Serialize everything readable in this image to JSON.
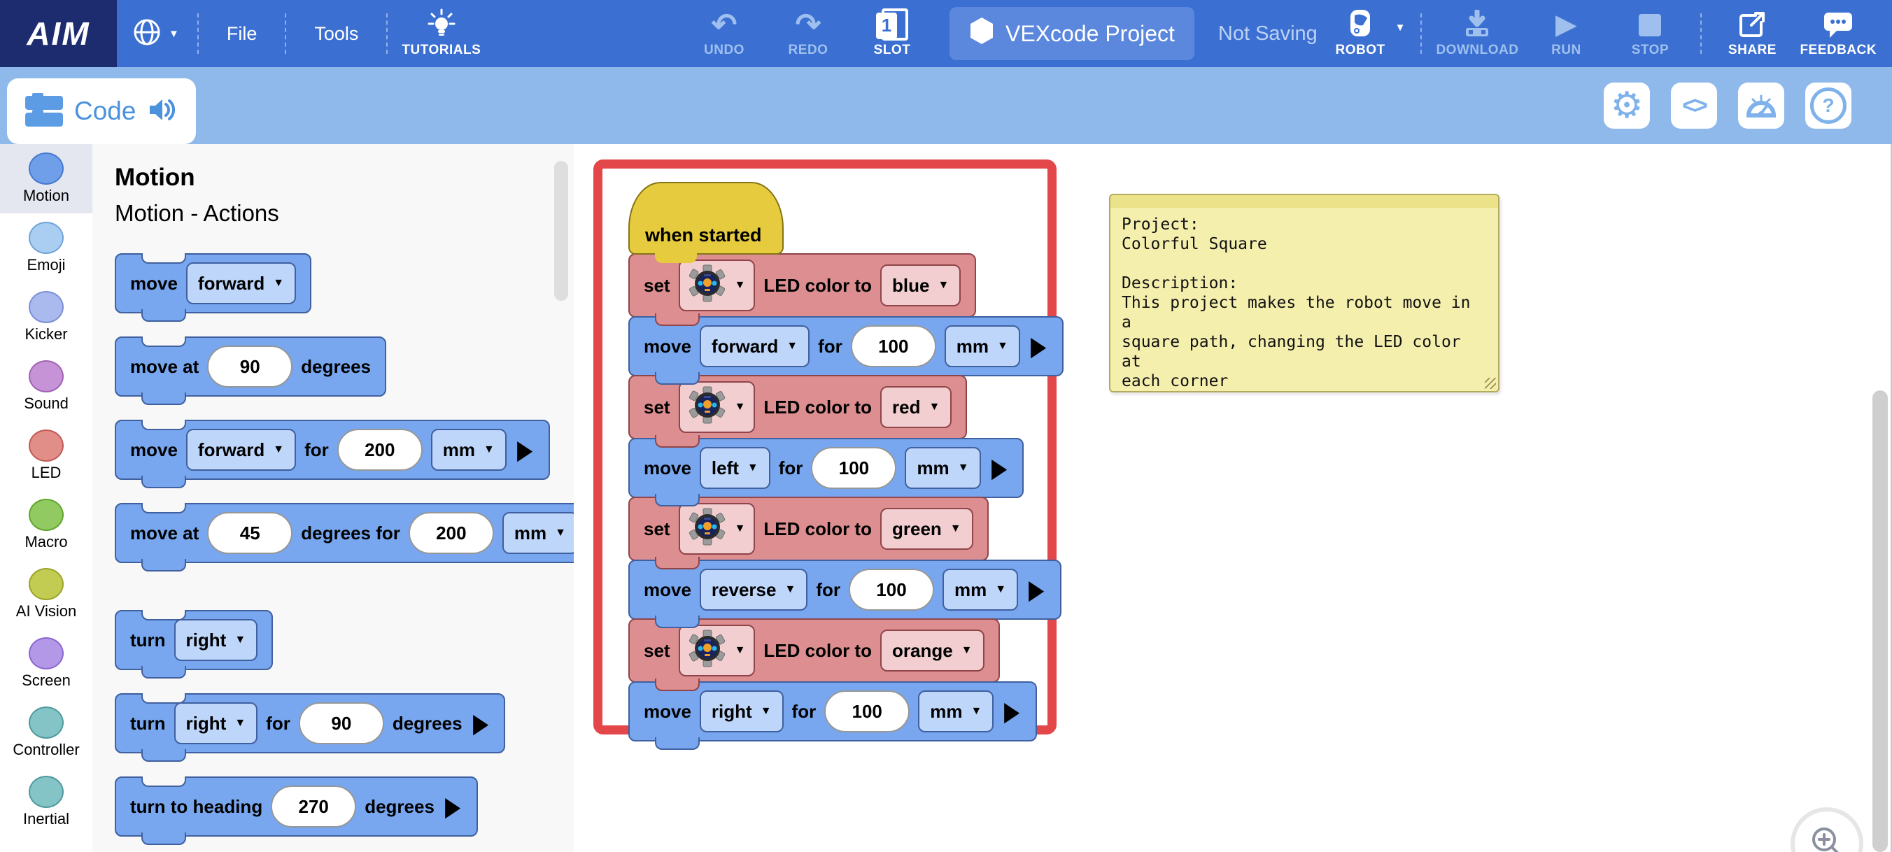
{
  "topbar": {
    "logo": "AIM",
    "file_label": "File",
    "tools_label": "Tools",
    "tutorials_label": "TUTORIALS",
    "undo_label": "UNDO",
    "redo_label": "REDO",
    "slot_label": "SLOT",
    "slot_number": "1",
    "project_name": "VEXcode Project",
    "save_status": "Not Saving",
    "robot_label": "ROBOT",
    "download_label": "DOWNLOAD",
    "run_label": "RUN",
    "stop_label": "STOP",
    "share_label": "SHARE",
    "feedback_label": "FEEDBACK"
  },
  "toolbar": {
    "tab_label": "Code"
  },
  "colors": {
    "topbar_blue": "#3b70d2",
    "logo_navy": "#1c2c6e",
    "subbar_blue": "#8eb9ea",
    "disabled_text": "#9fc0ee",
    "highlight_frame_red": "#e4474a",
    "hat_yellow": "#e5cb3d"
  },
  "block_colors": {
    "move": {
      "f": "#78a7ef",
      "b": "#40609f",
      "fd": "#bed6fa"
    },
    "set": {
      "f": "#dc8e90",
      "b": "#8f4549",
      "fd": "#f2ced0"
    }
  },
  "sidebar": {
    "items": [
      {
        "label": "Motion",
        "fill": "#6f9fe9",
        "border": "#4679cf",
        "selected": true
      },
      {
        "label": "Emoji",
        "fill": "#a9cef2",
        "border": "#70a3d8",
        "selected": false
      },
      {
        "label": "Kicker",
        "fill": "#aab9ee",
        "border": "#7c8fd6",
        "selected": false
      },
      {
        "label": "Sound",
        "fill": "#c693d6",
        "border": "#a063b4",
        "selected": false
      },
      {
        "label": "LED",
        "fill": "#e18e89",
        "border": "#c25a54",
        "selected": false
      },
      {
        "label": "Macro",
        "fill": "#90ca60",
        "border": "#61a52f",
        "selected": false
      },
      {
        "label": "AI Vision",
        "fill": "#c2cb52",
        "border": "#9aa529",
        "selected": false
      },
      {
        "label": "Screen",
        "fill": "#b498e8",
        "border": "#8b67d2",
        "selected": false
      },
      {
        "label": "Controller",
        "fill": "#84c3c6",
        "border": "#4f9a9e",
        "selected": false
      },
      {
        "label": "Inertial",
        "fill": "#84c3c6",
        "border": "#4f9a9e",
        "selected": false
      }
    ]
  },
  "palette": {
    "title": "Motion",
    "subtitle": "Motion - Actions",
    "blocks": [
      {
        "kind": "move",
        "segments": [
          {
            "t": "label",
            "v": "move"
          },
          {
            "t": "dd",
            "v": "forward"
          }
        ]
      },
      {
        "kind": "move",
        "segments": [
          {
            "t": "label",
            "v": "move at"
          },
          {
            "t": "oval",
            "v": "90"
          },
          {
            "t": "label",
            "v": "degrees"
          }
        ]
      },
      {
        "kind": "move",
        "segments": [
          {
            "t": "label",
            "v": "move"
          },
          {
            "t": "dd",
            "v": "forward"
          },
          {
            "t": "label",
            "v": "for"
          },
          {
            "t": "oval",
            "v": "200"
          },
          {
            "t": "dd",
            "v": "mm"
          },
          {
            "t": "expand"
          }
        ]
      },
      {
        "kind": "move",
        "segments": [
          {
            "t": "label",
            "v": "move at"
          },
          {
            "t": "oval",
            "v": "45"
          },
          {
            "t": "label",
            "v": "degrees for"
          },
          {
            "t": "oval",
            "v": "200"
          },
          {
            "t": "dd",
            "v": "mm"
          },
          {
            "t": "expand"
          }
        ]
      },
      {
        "kind": "move",
        "gap": true,
        "segments": [
          {
            "t": "label",
            "v": "turn"
          },
          {
            "t": "dd",
            "v": "right"
          }
        ]
      },
      {
        "kind": "move",
        "segments": [
          {
            "t": "label",
            "v": "turn"
          },
          {
            "t": "dd",
            "v": "right"
          },
          {
            "t": "label",
            "v": "for"
          },
          {
            "t": "oval",
            "v": "90"
          },
          {
            "t": "label",
            "v": "degrees"
          },
          {
            "t": "expand"
          }
        ]
      },
      {
        "kind": "move",
        "segments": [
          {
            "t": "label",
            "v": "turn to heading"
          },
          {
            "t": "oval",
            "v": "270"
          },
          {
            "t": "label",
            "v": "degrees"
          },
          {
            "t": "expand"
          }
        ]
      }
    ]
  },
  "workspace": {
    "hat_label": "when started",
    "blocks": [
      {
        "kind": "set",
        "segments": [
          {
            "t": "label",
            "v": "set"
          },
          {
            "t": "robot"
          },
          {
            "t": "label",
            "v": "LED color to"
          },
          {
            "t": "dd",
            "v": "blue"
          }
        ]
      },
      {
        "kind": "move",
        "segments": [
          {
            "t": "label",
            "v": "move"
          },
          {
            "t": "dd",
            "v": "forward"
          },
          {
            "t": "label",
            "v": "for"
          },
          {
            "t": "oval",
            "v": "100"
          },
          {
            "t": "dd",
            "v": "mm"
          },
          {
            "t": "expand"
          }
        ]
      },
      {
        "kind": "set",
        "segments": [
          {
            "t": "label",
            "v": "set"
          },
          {
            "t": "robot"
          },
          {
            "t": "label",
            "v": "LED color to"
          },
          {
            "t": "dd",
            "v": "red"
          }
        ]
      },
      {
        "kind": "move",
        "segments": [
          {
            "t": "label",
            "v": "move"
          },
          {
            "t": "dd",
            "v": "left"
          },
          {
            "t": "label",
            "v": "for"
          },
          {
            "t": "oval",
            "v": "100"
          },
          {
            "t": "dd",
            "v": "mm"
          },
          {
            "t": "expand"
          }
        ]
      },
      {
        "kind": "set",
        "segments": [
          {
            "t": "label",
            "v": "set"
          },
          {
            "t": "robot"
          },
          {
            "t": "label",
            "v": "LED color to"
          },
          {
            "t": "dd",
            "v": "green"
          }
        ]
      },
      {
        "kind": "move",
        "segments": [
          {
            "t": "label",
            "v": "move"
          },
          {
            "t": "dd",
            "v": "reverse"
          },
          {
            "t": "label",
            "v": "for"
          },
          {
            "t": "oval",
            "v": "100"
          },
          {
            "t": "dd",
            "v": "mm"
          },
          {
            "t": "expand"
          }
        ]
      },
      {
        "kind": "set",
        "segments": [
          {
            "t": "label",
            "v": "set"
          },
          {
            "t": "robot"
          },
          {
            "t": "label",
            "v": "LED color to"
          },
          {
            "t": "dd",
            "v": "orange"
          }
        ]
      },
      {
        "kind": "move",
        "segments": [
          {
            "t": "label",
            "v": "move"
          },
          {
            "t": "dd",
            "v": "right"
          },
          {
            "t": "label",
            "v": "for"
          },
          {
            "t": "oval",
            "v": "100"
          },
          {
            "t": "dd",
            "v": "mm"
          },
          {
            "t": "expand"
          }
        ]
      }
    ],
    "note": {
      "text": "Project:\nColorful Square\n\nDescription:\nThis project makes the robot move in a\nsquare path, changing the LED color at\neach corner"
    }
  }
}
